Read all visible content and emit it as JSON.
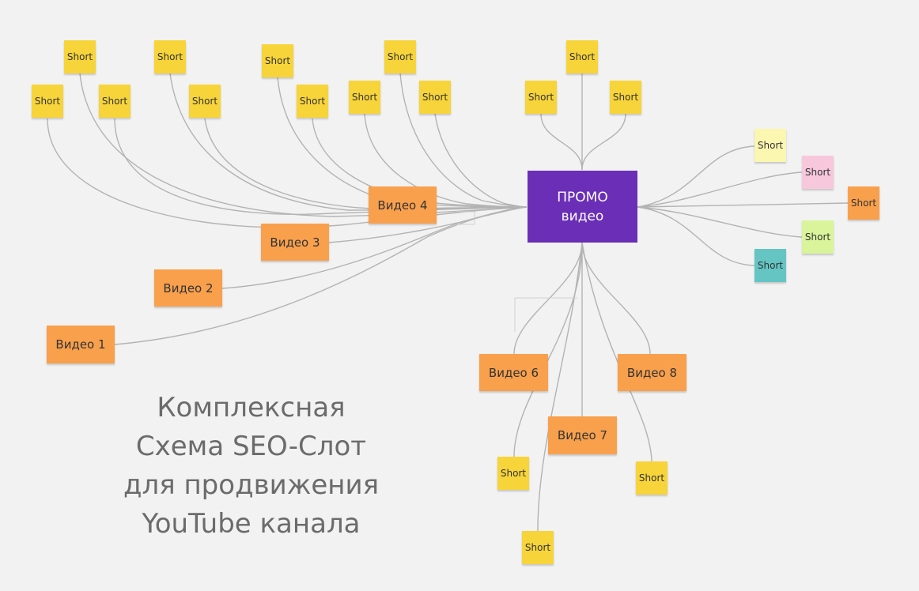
{
  "center": {
    "line1": "ПРОМО",
    "line2": "видео"
  },
  "title": {
    "line1": "Комплексная",
    "line2": "Схема SEO-Слот",
    "line3": "для продвижения",
    "line4": "YouTube канала"
  },
  "videos": {
    "v1": "Видео 1",
    "v2": "Видео 2",
    "v3": "Видео 3",
    "v4": "Видео 4",
    "v6": "Видео 6",
    "v7": "Видео 7",
    "v8": "Видео 8"
  },
  "short_label": "Short",
  "colors": {
    "center": "#6a2fb6",
    "video": "#f9a04d",
    "short_yellow": "#f7d43a",
    "short_light_yellow": "#fbf6b0",
    "short_pink": "#f7c8dc",
    "short_orange": "#f9a04d",
    "short_lime": "#d9f49a",
    "short_teal": "#64c5c3",
    "connector": "#b3b3b3",
    "background": "#f2f2f2"
  }
}
